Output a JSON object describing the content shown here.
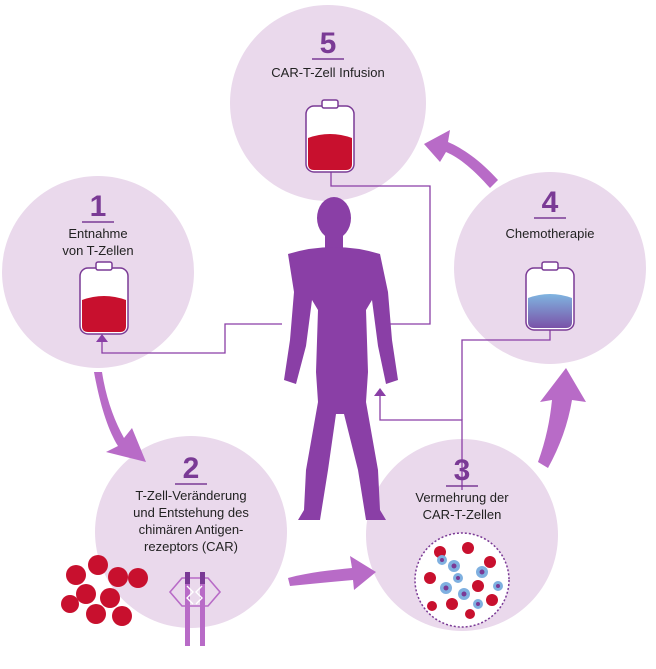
{
  "colors": {
    "circle_fill": "#ead9ec",
    "accent": "#7a3a95",
    "arrow": "#b86bc7",
    "silhouette": "#8a3fa6",
    "line": "#8a3fa6",
    "blood": "#c8102e",
    "blood_dark": "#9b0c22",
    "chemo": "#7a86c8",
    "cell_red": "#c8102e",
    "cell_blue": "#7fb0e0"
  },
  "steps": [
    {
      "number": "1",
      "lines": [
        "Entnahme",
        "von T-Zellen"
      ]
    },
    {
      "number": "2",
      "lines": [
        "T-Zell-Veränderung",
        "und Entstehung des",
        "chimären Antigen-",
        "rezeptors (CAR)"
      ]
    },
    {
      "number": "3",
      "lines": [
        "Vermehrung der",
        "CAR-T-Zellen"
      ]
    },
    {
      "number": "4",
      "lines": [
        "Chemotherapie"
      ]
    },
    {
      "number": "5",
      "lines": [
        "CAR-T-Zell Infusion"
      ]
    }
  ],
  "icons": {
    "bag_1": "blood-bag-icon",
    "bag_4": "chemo-bag-icon",
    "bag_5": "infusion-bag-icon",
    "cells_2": "red-blood-cells-icon",
    "receptor_2": "car-receptor-icon",
    "dish_3": "cell-culture-dish-icon",
    "person": "human-silhouette"
  }
}
